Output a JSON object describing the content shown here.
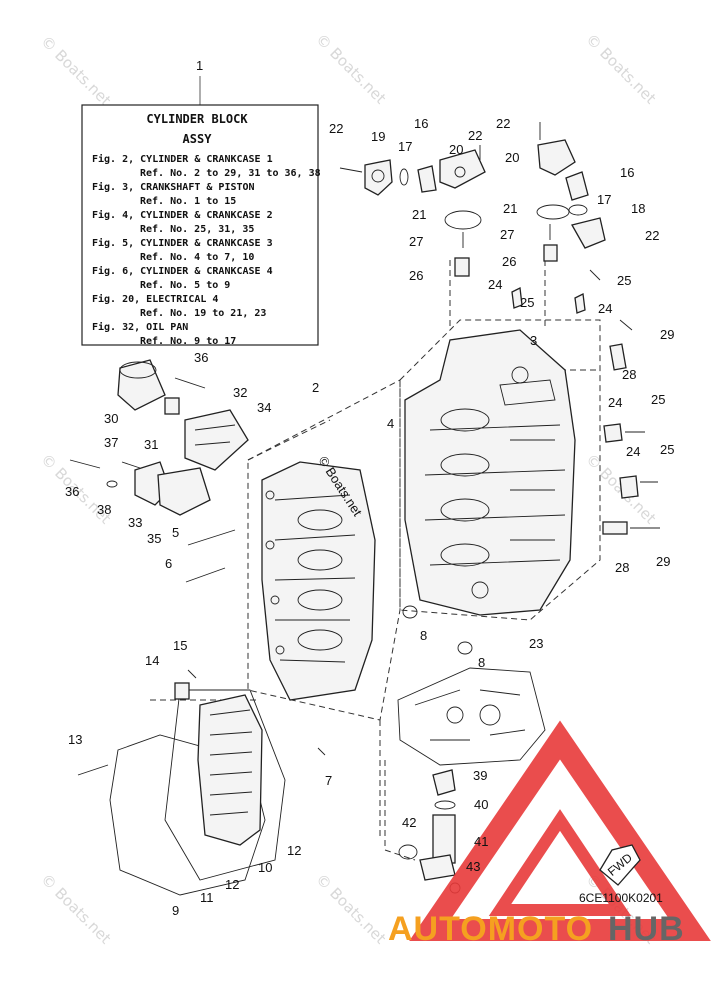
{
  "legend": {
    "number": "1",
    "title_line1": "CYLINDER BLOCK",
    "title_line2": "ASSY",
    "lines": [
      "Fig. 2, CYLINDER & CRANKCASE 1",
      "Ref. No. 2 to 29, 31 to 36, 38",
      "Fig. 3, CRANKSHAFT & PISTON",
      "Ref. No. 1 to 15",
      "Fig. 4, CYLINDER & CRANKCASE 2",
      "Ref. No. 25, 31, 35",
      "Fig. 5, CYLINDER & CRANKCASE 3",
      "Ref. No. 4 to 7, 10",
      "Fig. 6, CYLINDER & CRANKCASE 4",
      "Ref. No. 5 to 9",
      "Fig. 20, ELECTRICAL 4",
      "Ref. No. 19 to 21, 23",
      "Fig. 32, OIL PAN",
      "Ref. No. 9 to 17"
    ]
  },
  "callouts": [
    "2",
    "3",
    "4",
    "5",
    "6",
    "7",
    "8",
    "8",
    "9",
    "10",
    "11",
    "12",
    "12",
    "13",
    "14",
    "15",
    "16",
    "16",
    "17",
    "17",
    "18",
    "19",
    "20",
    "20",
    "21",
    "21",
    "22",
    "22",
    "22",
    "22",
    "23",
    "24",
    "24",
    "24",
    "24",
    "25",
    "25",
    "25",
    "25",
    "26",
    "26",
    "27",
    "27",
    "28",
    "28",
    "29",
    "29",
    "30",
    "31",
    "32",
    "33",
    "34",
    "35",
    "36",
    "36",
    "37",
    "38",
    "39",
    "40",
    "41",
    "42",
    "43"
  ],
  "watermark": "© Boats.net",
  "part_code": "6CE1100K0201",
  "fwd_label": "FWD",
  "brand": {
    "part1": "AUTOMOTO",
    "part2": "HUB"
  },
  "colors": {
    "brand_orange": "#f5a020",
    "brand_gray": "#666666",
    "logo_red": "#e83a3a",
    "line": "#222222"
  }
}
